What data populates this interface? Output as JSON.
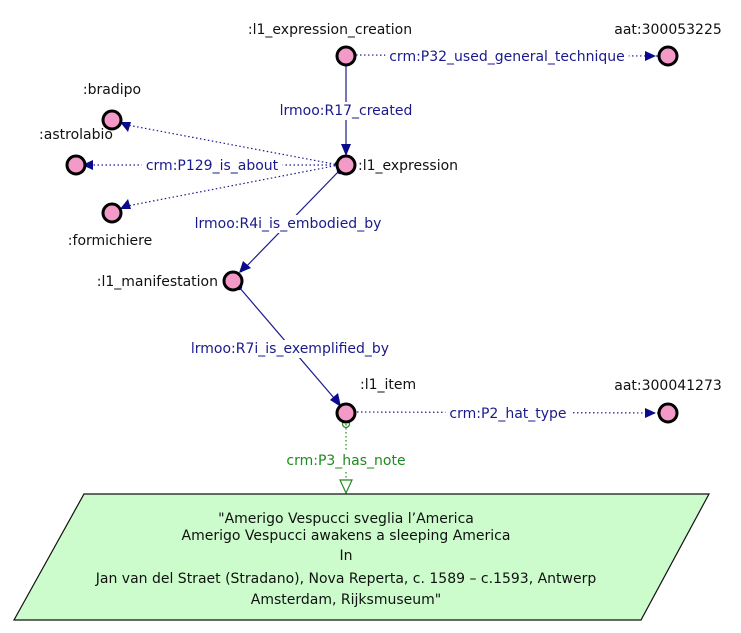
{
  "diagram": {
    "nodes": [
      {
        "id": "expr_creation",
        "label": ":l1_expression_creation"
      },
      {
        "id": "aat1",
        "label": "aat:300053225"
      },
      {
        "id": "expression",
        "label": ":l1_expression"
      },
      {
        "id": "bradipo",
        "label": ":bradipo"
      },
      {
        "id": "astrolabio",
        "label": ":astrolabio"
      },
      {
        "id": "formichiere",
        "label": ":formichiere"
      },
      {
        "id": "manifestation",
        "label": ":l1_manifestation"
      },
      {
        "id": "item",
        "label": ":l1_item"
      },
      {
        "id": "aat2",
        "label": "aat:300041273"
      }
    ],
    "edges": [
      {
        "id": "p32",
        "label": "crm:P32_used_general_technique",
        "from": "expr_creation",
        "to": "aat1",
        "style": "dotted"
      },
      {
        "id": "r17",
        "label": "lrmoo:R17_created",
        "from": "expr_creation",
        "to": "expression",
        "style": "solid"
      },
      {
        "id": "p129",
        "label": "crm:P129_is_about",
        "from": "expression",
        "to": [
          "bradipo",
          "astrolabio",
          "formichiere"
        ],
        "style": "dotted"
      },
      {
        "id": "r4i",
        "label": "lrmoo:R4i_is_embodied_by",
        "from": "expression",
        "to": "manifestation",
        "style": "solid"
      },
      {
        "id": "r7i",
        "label": "lrmoo:R7i_is_exemplified_by",
        "from": "manifestation",
        "to": "item",
        "style": "solid"
      },
      {
        "id": "p2",
        "label": "crm:P2_hat_type",
        "from": "item",
        "to": "aat2",
        "style": "dotted"
      },
      {
        "id": "p3",
        "label": "crm:P3_has_note",
        "from": "item",
        "to": "note",
        "style": "literal"
      }
    ],
    "note": {
      "lines": [
        "\"Amerigo Vespucci sveglia l’America",
        "Amerigo Vespucci awakens a sleeping America",
        "In",
        "Jan van del Straet (Stradano), Nova Reperta, c. 1589 – c.1593, Antwerp",
        "Amsterdam, Rijksmuseum\""
      ]
    },
    "colors": {
      "node_fill": "#f49ac8",
      "node_stroke": "#000000",
      "edge": "#1a1a8c",
      "literal_edge": "#1f8a1f",
      "note_fill": "#ccfccc"
    }
  }
}
